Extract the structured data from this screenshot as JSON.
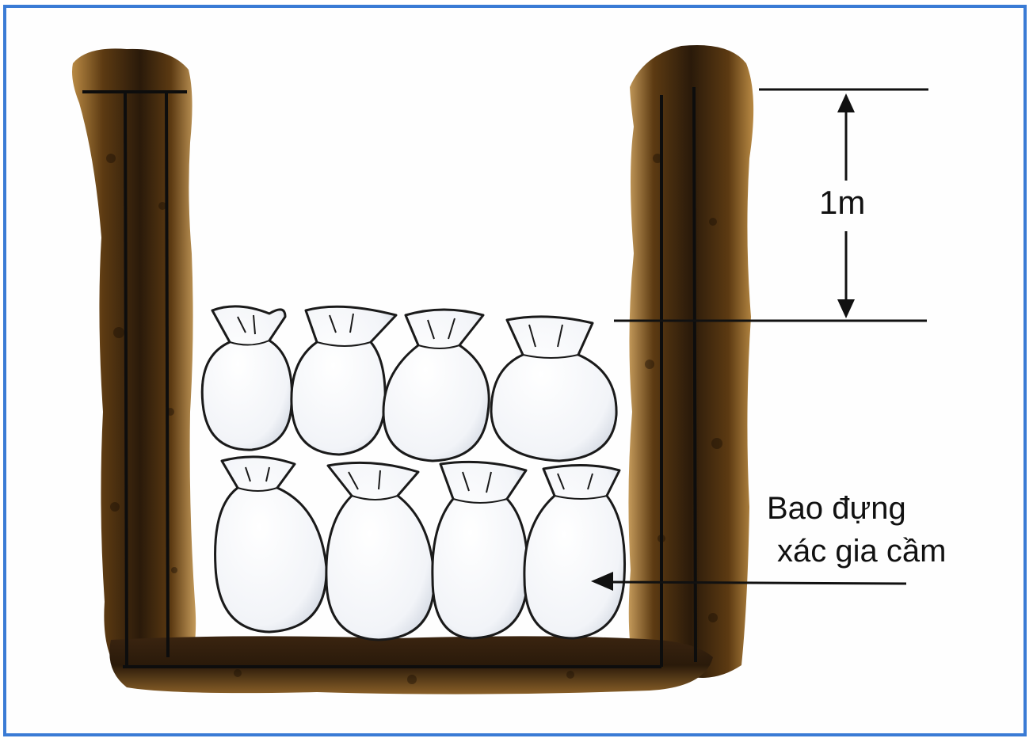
{
  "diagram": {
    "dimension_label": "1m",
    "bag_label_line1": "Bao đựng",
    "bag_label_line2": "xác gia cầm",
    "colors": {
      "frame_border": "#3a7bd5",
      "soil_dark": "#2a1a0a",
      "soil_mid": "#5c3a12",
      "soil_light": "#a8783a",
      "bag_fill": "#f4f6fa",
      "bag_outline": "#1a1a1a"
    }
  }
}
